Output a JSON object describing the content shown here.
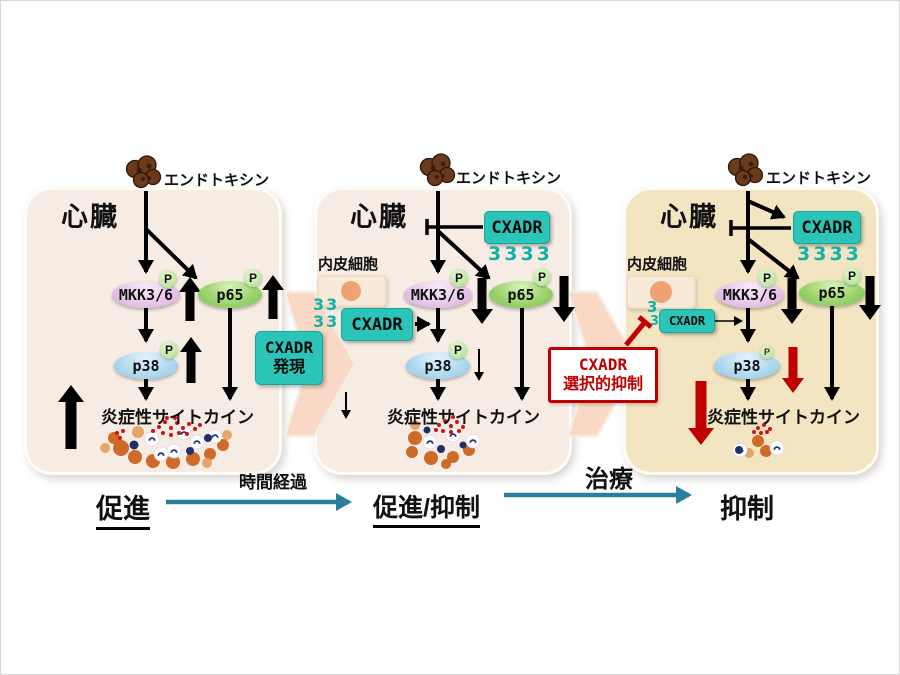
{
  "panels": [
    {
      "title": "心臓",
      "endotoxin_label": "エンドトキシン",
      "mkk36_label": "MKK3/6",
      "p65_label": "p65",
      "p38_label": "p38",
      "phospho_label": "P",
      "cytokines_label": "炎症性サイトカイン",
      "state_label": "促進"
    },
    {
      "title": "心臓",
      "endotoxin_label": "エンドトキシン",
      "cxadr_top_label": "CXADR",
      "endothelium_label": "内皮細胞",
      "cxadr_endo_label": "CXADR",
      "mkk36_label": "MKK3/6",
      "p65_label": "p65",
      "p38_label": "p38",
      "phospho_label": "P",
      "cytokines_label": "炎症性サイトカイン",
      "state_label": "促進/抑制"
    },
    {
      "title": "心臓",
      "endotoxin_label": "エンドトキシン",
      "cxadr_top_label": "CXADR",
      "endothelium_label": "内皮細胞",
      "cxadr_endo_label": "CXADR",
      "mkk36_label": "MKK3/6",
      "p65_label": "p65",
      "p38_label": "p38",
      "phospho_label": "P",
      "cytokines_label": "炎症性サイトカイン",
      "state_label": "抑制"
    }
  ],
  "transitions": [
    {
      "arrow_label": "時間経過",
      "box_line1": "CXADR",
      "box_line2": "発現"
    },
    {
      "arrow_label": "治療",
      "box_line1": "CXADR",
      "box_line2": "選択的抑制"
    }
  ],
  "glyphs": {
    "membrane_squiggle_row": "3333",
    "membrane_squiggle_pair": "33",
    "membrane_squiggle_single": "3"
  },
  "colors": {
    "teal_box": "#2bc4b8",
    "inhibit_red": "#c00000",
    "timeline_arrow_blue": "#2c7e9e",
    "panel_bg_pink": "#f7ece4",
    "panel_bg_tan": "#f3e4c2",
    "mkk_oval": "#e8c8e8",
    "p65_oval": "#9dd46f",
    "p38_oval": "#b3daf0",
    "phospho_badge": "#abdc8c"
  }
}
